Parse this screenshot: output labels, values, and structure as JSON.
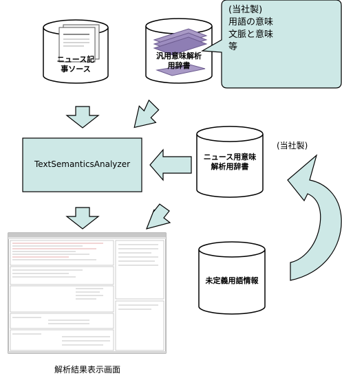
{
  "stores": {
    "news_source": {
      "label": "ニュース記\n事ソース"
    },
    "general_dictionary": {
      "label": "汎用意味解析\n用辞書"
    },
    "news_dictionary": {
      "label": "ニュース用意味\n解析用辞書"
    },
    "undefined_terms": {
      "label": "未定義用語情報"
    }
  },
  "callout": {
    "text": "(当社製)\n用語の意味\n文脈と意味\n等"
  },
  "annotations": {
    "own_product": "(当社製)"
  },
  "analyzer": {
    "label": "TextSemanticsAnalyzer"
  },
  "result_screen": {
    "caption": "解析結果表示画面"
  },
  "colors": {
    "box_fill": "#cde8e6",
    "arrow_fill": "#cde8e6",
    "outline": "#000000",
    "magazine_purple": "#a99ac6"
  }
}
